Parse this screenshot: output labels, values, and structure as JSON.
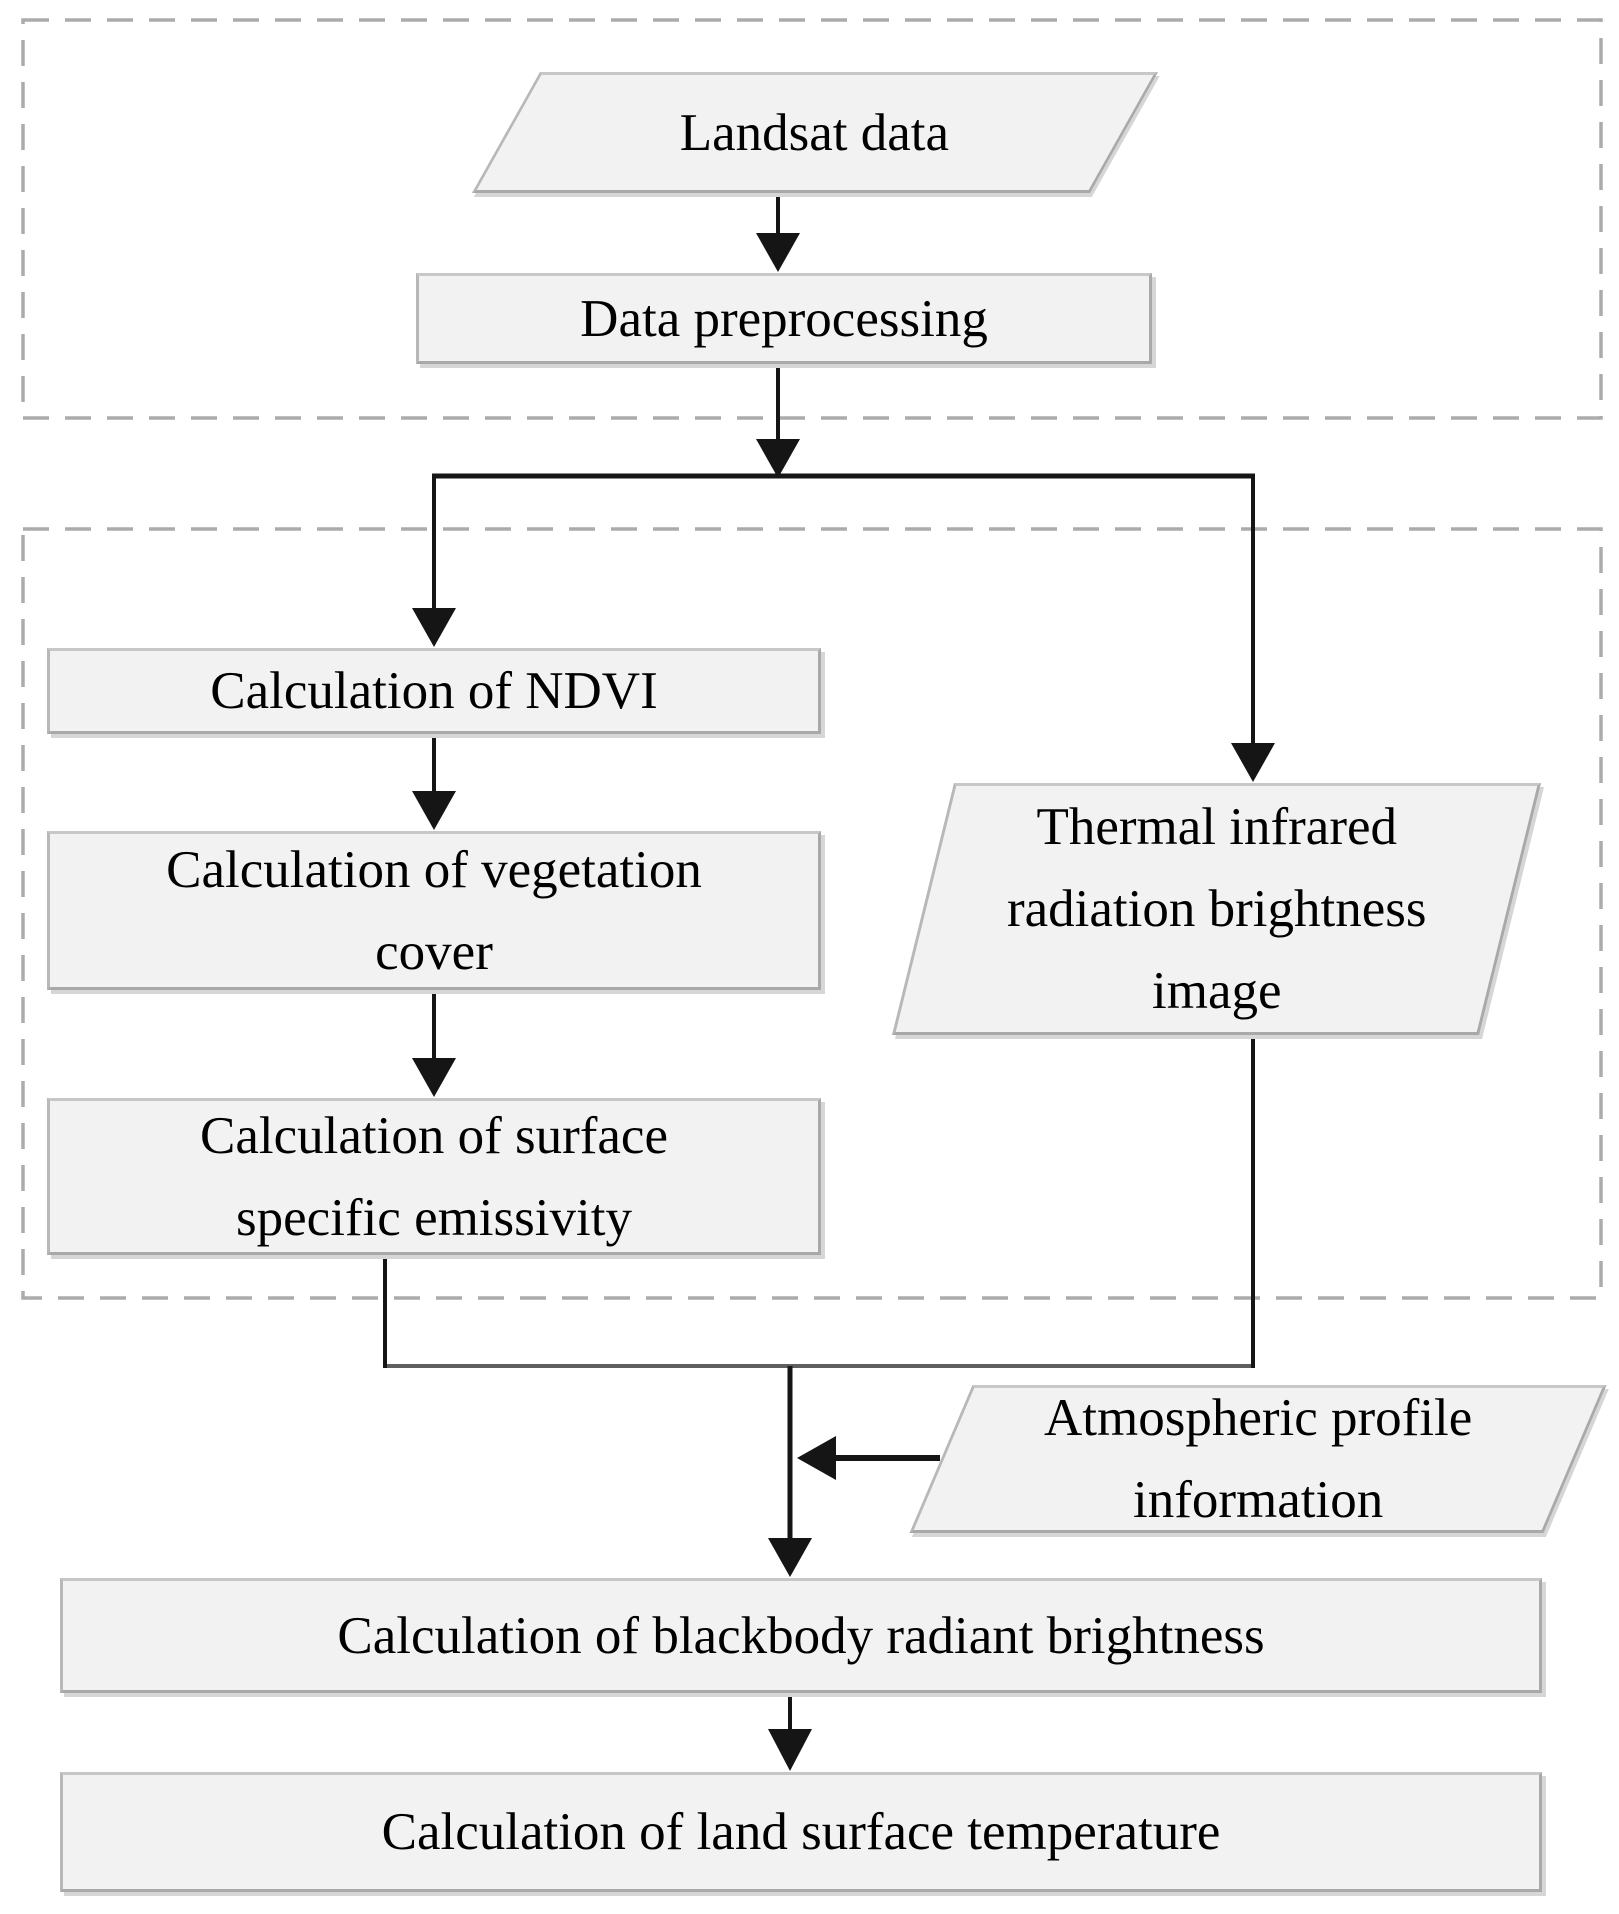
{
  "nodes": {
    "landsat": {
      "shape": "parallelogram",
      "label": "Landsat data"
    },
    "preprocessing": {
      "shape": "rect",
      "label": "Data preprocessing"
    },
    "ndvi": {
      "shape": "rect",
      "label": "Calculation of NDVI"
    },
    "vegetation": {
      "shape": "rect",
      "label": "Calculation of vegetation\ncover"
    },
    "emissivity": {
      "shape": "rect",
      "label": "Calculation of surface\nspecific emissivity"
    },
    "thermal": {
      "shape": "parallelogram",
      "label": "Thermal infrared\nradiation brightness\nimage"
    },
    "atmospheric": {
      "shape": "parallelogram",
      "label": "Atmospheric profile\ninformation"
    },
    "blackbody": {
      "shape": "rect",
      "label": "Calculation of blackbody radiant brightness"
    },
    "land_surface": {
      "shape": "rect",
      "label": "Calculation of land surface temperature"
    }
  },
  "edges": [
    {
      "from": "landsat",
      "to": "preprocessing"
    },
    {
      "from": "preprocessing",
      "to": "ndvi"
    },
    {
      "from": "preprocessing",
      "to": "thermal"
    },
    {
      "from": "ndvi",
      "to": "vegetation"
    },
    {
      "from": "vegetation",
      "to": "emissivity"
    },
    {
      "from": "emissivity",
      "to": "blackbody"
    },
    {
      "from": "thermal",
      "to": "blackbody"
    },
    {
      "from": "atmospheric",
      "to": "blackbody"
    },
    {
      "from": "blackbody",
      "to": "land_surface"
    }
  ],
  "colors": {
    "background": "#ffffff",
    "node_fill": "#f2f2f2",
    "node_border": "#a9a9a9",
    "connector": "#151515",
    "merge_line": "#5f5f5f",
    "dashed_group_border": "#ababab",
    "text": "#000000"
  }
}
